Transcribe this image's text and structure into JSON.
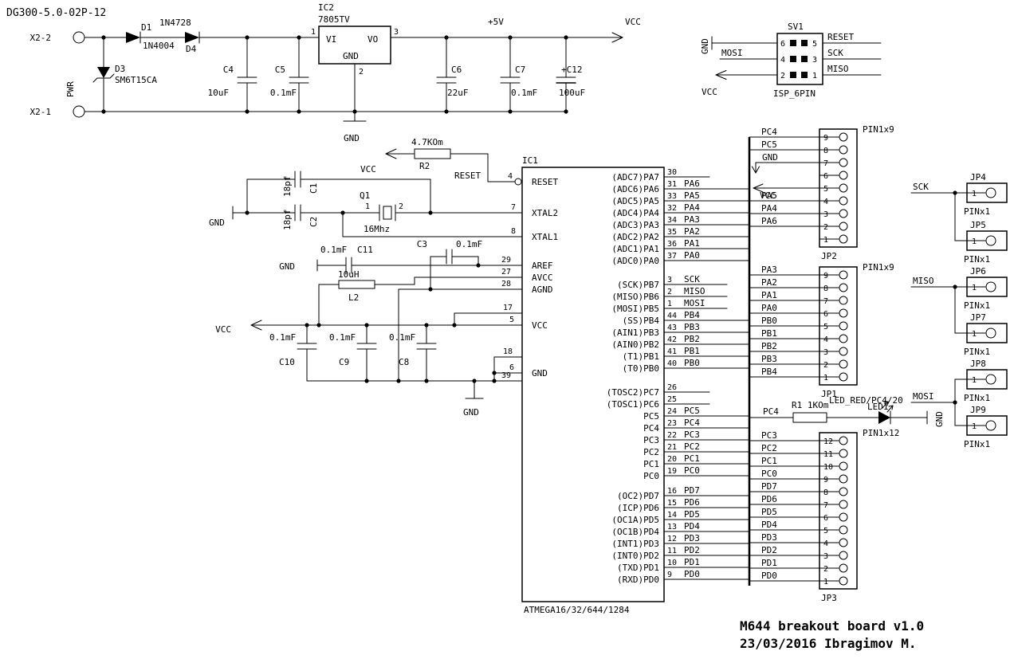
{
  "title": "DG300-5.0-02P-12",
  "footer": {
    "line1": "M644 breakout board v1.0",
    "line2": "23/03/2016 Ibragimov M."
  },
  "colors": {
    "ink": "#000000",
    "bg": "#ffffff"
  },
  "power": {
    "x2_top": "X2-2",
    "x2_bottom": "X2-1",
    "pwr": "PWR",
    "d1_ref": "D1",
    "d1_value": "1N4004",
    "d4_ref": "D4",
    "d4_value": "1N4728",
    "d3_ref": "D3",
    "d3_value": "SM6T15CA",
    "c4_ref": "C4",
    "c4_value": "10uF",
    "c5_ref": "C5",
    "c5_value": "0.1mF",
    "c6_ref": "C6",
    "c6_value": "22uF",
    "c7_ref": "C7",
    "c7_value": "0.1mF",
    "c12_ref": "+C12",
    "c12_value": "100uF",
    "plus5v": "+5V",
    "vcc": "VCC",
    "gnd": "GND"
  },
  "regulator": {
    "ref": "IC2",
    "part": "7805TV",
    "vi": "VI",
    "vo": "VO",
    "gnd": "GND",
    "pin_in": "1",
    "pin_out": "3",
    "pin_gnd": "2"
  },
  "isp": {
    "ref": "SV1",
    "part": "ISP_6PIN",
    "left_pins": [
      "6",
      "4",
      "2"
    ],
    "right_pins": [
      "5",
      "3",
      "1"
    ],
    "left_nets": [
      "GND",
      "MOSI",
      "VCC"
    ],
    "right_nets": [
      "RESET",
      "SCK",
      "MISO"
    ]
  },
  "reset": {
    "r2_ref": "R2",
    "r2_value": "4.7KOm",
    "vcc": "VCC",
    "net": "RESET"
  },
  "xtal": {
    "ref": "Q1",
    "value": "16Mhz",
    "pin1": "1",
    "pin2": "2",
    "c1_ref": "C1",
    "c1_value": "18pf",
    "c2_ref": "C2",
    "c2_value": "18pf",
    "gnd": "GND"
  },
  "aref_filter": {
    "c11_ref": "C11",
    "c11_value": "0.1mF",
    "c3_ref": "C3",
    "c3_value": "0.1mF",
    "l2_ref": "L2",
    "l2_value": "10uH",
    "gnd": "GND"
  },
  "decoupling": {
    "c10_ref": "C10",
    "c10_value": "0.1mF",
    "c9_ref": "C9",
    "c9_value": "0.1mF",
    "c8_ref": "C8",
    "c8_value": "0.1mF",
    "vcc": "VCC",
    "gnd": "GND"
  },
  "ic1": {
    "ref": "IC1",
    "part": "ATMEGA16/32/644/1284",
    "left": {
      "reset": {
        "num": "4",
        "name": "RESET"
      },
      "xtal2": {
        "num": "7",
        "name": "XTAL2"
      },
      "xtal1": {
        "num": "8",
        "name": "XTAL1"
      },
      "aref": {
        "num": "29",
        "name": "AREF"
      },
      "avcc": {
        "num": "27",
        "name": "AVCC"
      },
      "agnd": {
        "num": "28",
        "name": "AGND"
      },
      "vcc": {
        "nums": [
          "17",
          "5"
        ],
        "name": "VCC"
      },
      "gnd": {
        "nums": [
          "18",
          "6",
          "39"
        ],
        "name": "GND"
      }
    },
    "porta": [
      {
        "num": "30",
        "pin": "(ADC7)PA7",
        "net": "",
        "w": "stub"
      },
      {
        "num": "31",
        "pin": "(ADC6)PA6",
        "net": "PA6",
        "w": "bus"
      },
      {
        "num": "33",
        "pin": "(ADC5)PA5",
        "net": "PA5",
        "w": "bus"
      },
      {
        "num": "32",
        "pin": "(ADC4)PA4",
        "net": "PA4",
        "w": "bus"
      },
      {
        "num": "34",
        "pin": "(ADC3)PA3",
        "net": "PA3",
        "w": "bus"
      },
      {
        "num": "35",
        "pin": "(ADC2)PA2",
        "net": "PA2",
        "w": "bus"
      },
      {
        "num": "36",
        "pin": "(ADC1)PA1",
        "net": "PA1",
        "w": "bus"
      },
      {
        "num": "37",
        "pin": "(ADC0)PA0",
        "net": "PA0",
        "w": "bus"
      }
    ],
    "portb": [
      {
        "num": "3",
        "pin": "(SCK)PB7",
        "net": "SCK",
        "w": "short"
      },
      {
        "num": "2",
        "pin": "(MISO)PB6",
        "net": "MISO",
        "w": "short"
      },
      {
        "num": "1",
        "pin": "(MOSI)PB5",
        "net": "MOSI",
        "w": "short"
      },
      {
        "num": "44",
        "pin": "(SS)PB4",
        "net": "PB4",
        "w": "bus"
      },
      {
        "num": "43",
        "pin": "(AIN1)PB3",
        "net": "PB3",
        "w": "bus"
      },
      {
        "num": "42",
        "pin": "(AIN0)PB2",
        "net": "PB2",
        "w": "bus"
      },
      {
        "num": "41",
        "pin": "(T1)PB1",
        "net": "PB1",
        "w": "bus"
      },
      {
        "num": "40",
        "pin": "(T0)PB0",
        "net": "PB0",
        "w": "bus"
      }
    ],
    "portc": [
      {
        "num": "26",
        "pin": "(TOSC2)PC7",
        "net": "",
        "w": "stub"
      },
      {
        "num": "25",
        "pin": "(TOSC1)PC6",
        "net": "",
        "w": "stub"
      },
      {
        "num": "24",
        "pin": "PC5",
        "net": "PC5",
        "w": "bus"
      },
      {
        "num": "23",
        "pin": "PC4",
        "net": "PC4",
        "w": "bus"
      },
      {
        "num": "22",
        "pin": "PC3",
        "net": "PC3",
        "w": "bus"
      },
      {
        "num": "21",
        "pin": "PC2",
        "net": "PC2",
        "w": "bus"
      },
      {
        "num": "20",
        "pin": "PC1",
        "net": "PC1",
        "w": "bus"
      },
      {
        "num": "19",
        "pin": "PC0",
        "net": "PC0",
        "w": "bus"
      }
    ],
    "portd": [
      {
        "num": "16",
        "pin": "(OC2)PD7",
        "net": "PD7",
        "w": "bus"
      },
      {
        "num": "15",
        "pin": "(ICP)PD6",
        "net": "PD6",
        "w": "bus"
      },
      {
        "num": "14",
        "pin": "(OC1A)PD5",
        "net": "PD5",
        "w": "bus"
      },
      {
        "num": "13",
        "pin": "(OC1B)PD4",
        "net": "PD4",
        "w": "bus"
      },
      {
        "num": "12",
        "pin": "(INT1)PD3",
        "net": "PD3",
        "w": "bus"
      },
      {
        "num": "11",
        "pin": "(INT0)PD2",
        "net": "PD2",
        "w": "bus"
      },
      {
        "num": "10",
        "pin": "(TXD)PD1",
        "net": "PD1",
        "w": "bus"
      },
      {
        "num": "9",
        "pin": "(RXD)PD0",
        "net": "PD0",
        "w": "bus"
      }
    ]
  },
  "connectors": {
    "jp2": {
      "ref": "JP2",
      "part": "PIN1x9",
      "pins": [
        {
          "num": "9",
          "net": "PC4"
        },
        {
          "num": "8",
          "net": "PC5"
        },
        {
          "num": "7",
          "net": "GND",
          "sym": "gnd"
        },
        {
          "num": "6",
          "net": ""
        },
        {
          "num": "5",
          "net": "VCC",
          "sym": "vcc"
        },
        {
          "num": "4",
          "net": "PA5"
        },
        {
          "num": "3",
          "net": "PA4"
        },
        {
          "num": "2",
          "net": "PA6"
        },
        {
          "num": "1",
          "net": ""
        }
      ]
    },
    "jp1": {
      "ref": "JP1",
      "part": "PIN1x9",
      "pins": [
        {
          "num": "9",
          "net": "PA3"
        },
        {
          "num": "8",
          "net": "PA2"
        },
        {
          "num": "7",
          "net": "PA1"
        },
        {
          "num": "6",
          "net": "PA0"
        },
        {
          "num": "5",
          "net": "PB0"
        },
        {
          "num": "4",
          "net": "PB1"
        },
        {
          "num": "3",
          "net": "PB2"
        },
        {
          "num": "2",
          "net": "PB3"
        },
        {
          "num": "1",
          "net": "PB4"
        }
      ]
    },
    "jp3": {
      "ref": "JP3",
      "part": "PIN1x12",
      "pins": [
        {
          "num": "12",
          "net": "PC3"
        },
        {
          "num": "11",
          "net": "PC2"
        },
        {
          "num": "10",
          "net": "PC1"
        },
        {
          "num": "9",
          "net": "PC0"
        },
        {
          "num": "8",
          "net": "PD7"
        },
        {
          "num": "7",
          "net": "PD6"
        },
        {
          "num": "6",
          "net": "PD5"
        },
        {
          "num": "5",
          "net": "PD4"
        },
        {
          "num": "4",
          "net": "PD3"
        },
        {
          "num": "3",
          "net": "PD2"
        },
        {
          "num": "2",
          "net": "PD1"
        },
        {
          "num": "1",
          "net": "PD0"
        }
      ]
    }
  },
  "led": {
    "r1": "R1 1KOm",
    "net_in": "PC4",
    "net": "LED_RED/PC4/20",
    "ref": "LED1",
    "gnd": "GND"
  },
  "jumpers": [
    {
      "ref": "JP4",
      "part": "PINx1",
      "pin": "1"
    },
    {
      "ref": "JP5",
      "part": "PINx1",
      "pin": "1"
    },
    {
      "ref": "JP6",
      "part": "PINx1",
      "pin": "1"
    },
    {
      "ref": "JP7",
      "part": "PINx1",
      "pin": "1"
    },
    {
      "ref": "JP8",
      "part": "PINx1",
      "pin": "1"
    },
    {
      "ref": "JP9",
      "part": "PINx1",
      "pin": "1"
    }
  ],
  "spi_labels": {
    "sck": "SCK",
    "miso": "MISO",
    "mosi": "MOSI"
  }
}
